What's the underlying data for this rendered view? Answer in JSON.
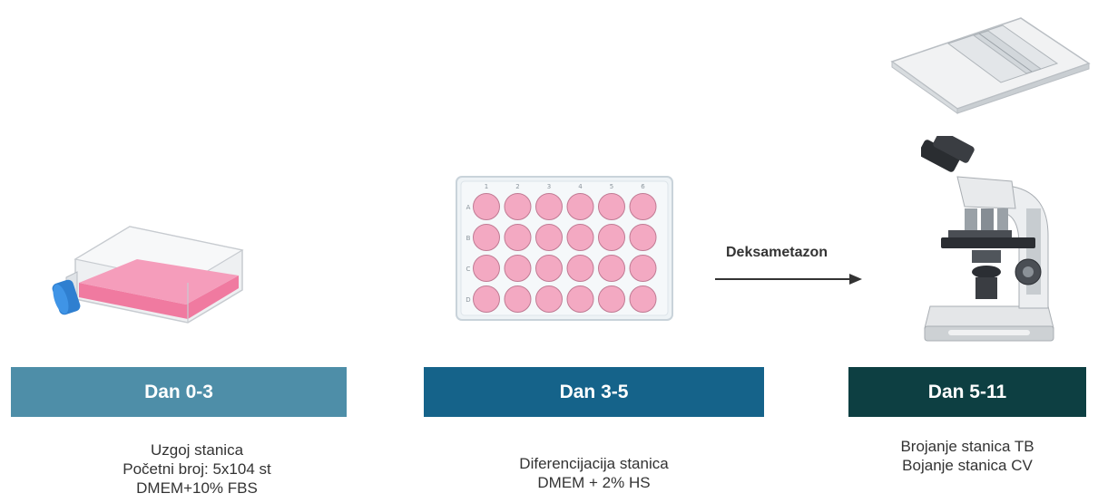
{
  "stages": [
    {
      "label": "Dan 0-3",
      "color": "#4e8ea8",
      "lines": [
        "Uzgoj stanica",
        "Početni broj: 5x104 st",
        "DMEM+10% FBS"
      ]
    },
    {
      "label": "Dan 3-5",
      "color": "#15638a",
      "lines": [
        "Diferencijacija stanica",
        "DMEM + 2% HS"
      ]
    },
    {
      "label": "Dan 5-11",
      "color": "#0d3f42",
      "lines": [
        "Brojanje stanica TB",
        "Bojanje stanica CV"
      ]
    }
  ],
  "arrow": {
    "label": "Deksametazon"
  },
  "plate": {
    "columns": [
      "1",
      "2",
      "3",
      "4",
      "5",
      "6"
    ],
    "rows": [
      "A",
      "B",
      "C",
      "D"
    ],
    "well_color": "#f3a9c2"
  },
  "icons": [
    "culture-flask-icon",
    "well-plate-icon",
    "hemocytometer-slide-icon",
    "microscope-icon"
  ]
}
